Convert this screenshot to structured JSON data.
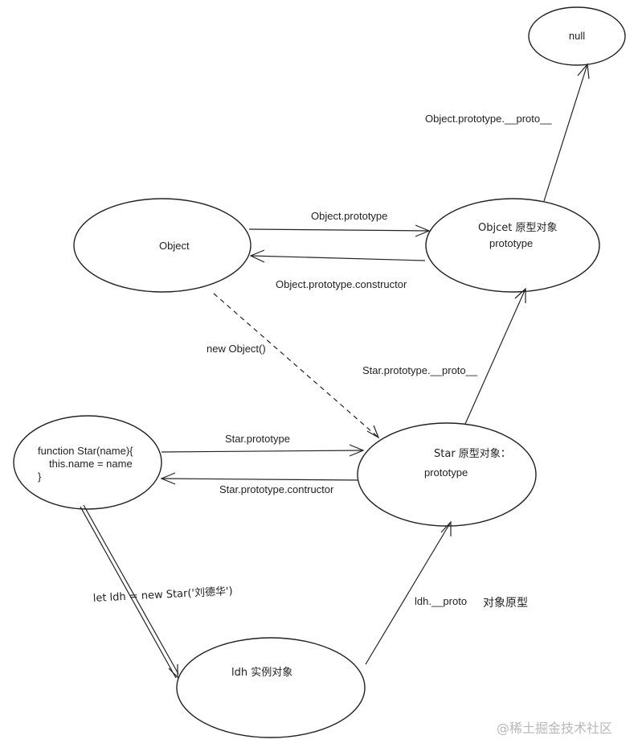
{
  "nodes": {
    "null": "null",
    "object": "Object",
    "object_proto_line1": "Objcet 原型对象",
    "object_proto_line2": "prototype",
    "star_fn_line1": "function Star(name){",
    "star_fn_line2": "this.name = name",
    "star_fn_line3": "}",
    "star_proto_line1": "Star 原型对象：",
    "star_proto_line2": "prototype",
    "ldh": "ldh 实例对象"
  },
  "edges": {
    "object_proto_to_null": "Object.prototype.__proto__",
    "object_to_proto": "Object.prototype",
    "proto_to_object": "Object.prototype.constructor",
    "new_object": "new Object()",
    "star_proto_to_object_proto": "Star.prototype.__proto__",
    "star_to_proto": "Star.prototype",
    "proto_to_star": "Star.prototype.contructor",
    "new_star": "let ldh = new Star('刘德华')",
    "ldh_to_proto_a": "ldh.__proto",
    "ldh_to_proto_b": "对象原型"
  },
  "watermark": "@稀土掘金技术社区",
  "colors": {
    "stroke": "#222222",
    "background": "#ffffff",
    "watermark": "#b8b8b8"
  }
}
